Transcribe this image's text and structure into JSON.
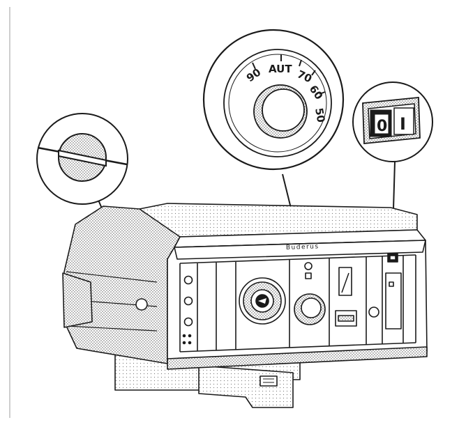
{
  "figure": {
    "brand_label": "Buderus",
    "dial": {
      "labels": [
        "90",
        "AUT",
        "70",
        "60",
        "50"
      ]
    },
    "switch": {
      "off_label": "0",
      "on_label": "I"
    },
    "colors": {
      "ink": "#1a1a1a",
      "paper": "#ffffff",
      "stipple": "#c9c9c9"
    }
  }
}
